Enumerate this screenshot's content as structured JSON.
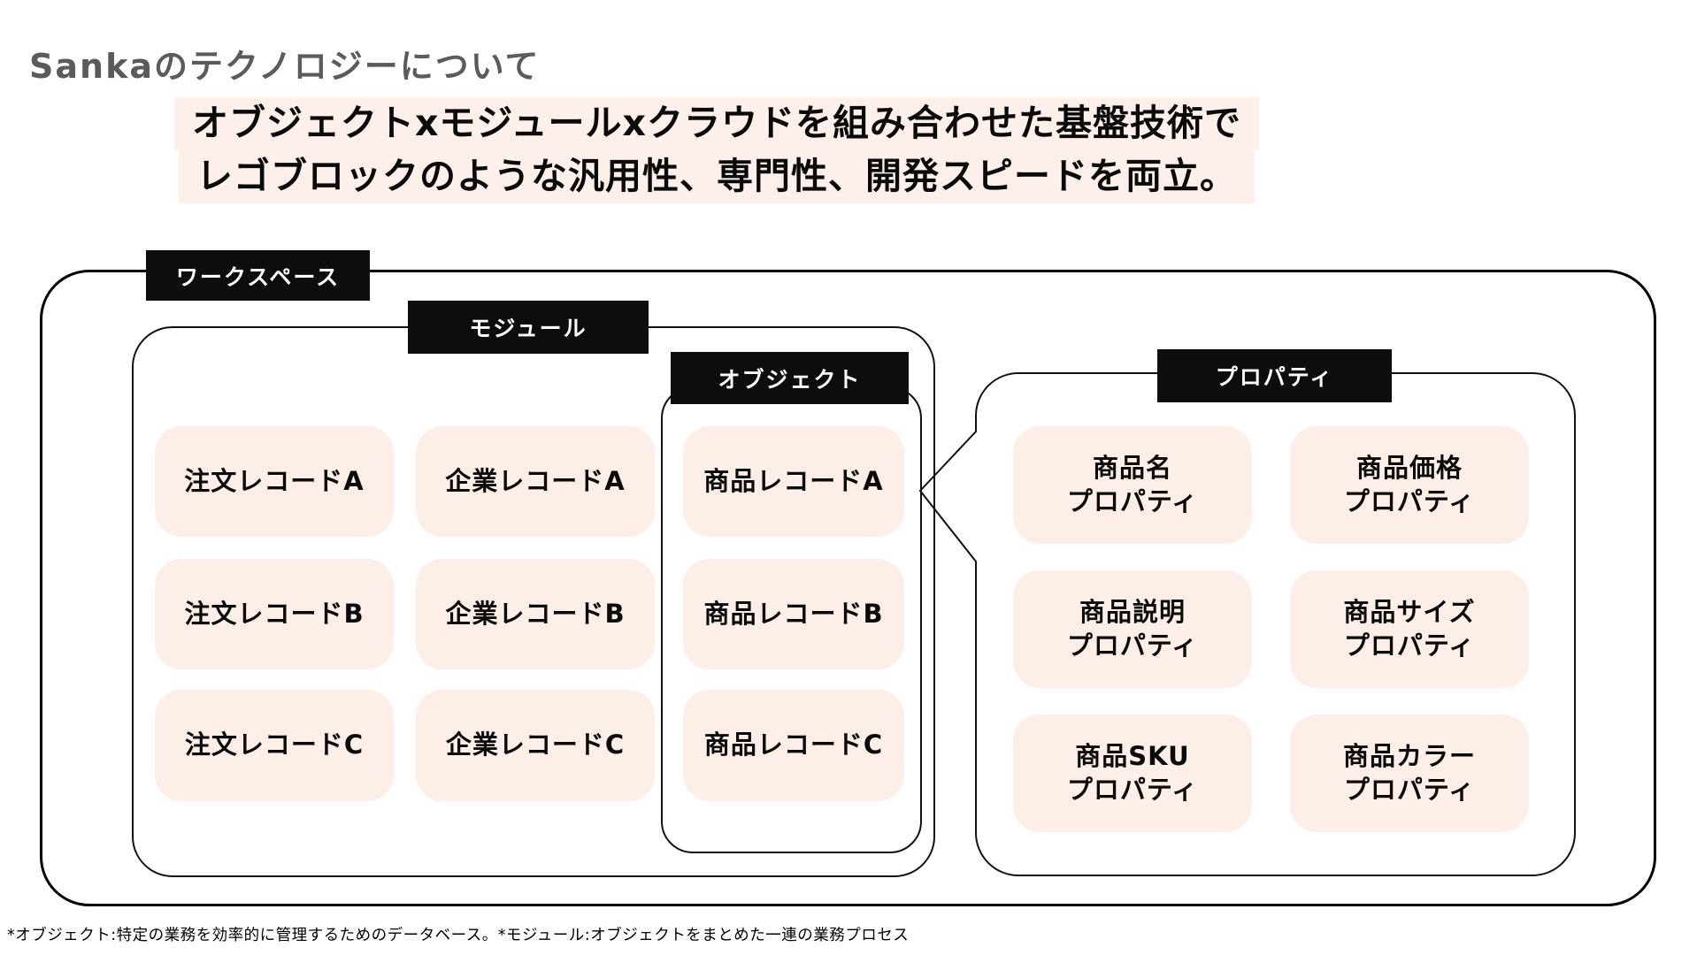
{
  "page": {
    "title": "Sankaのテクノロジーについて",
    "headline_line1": "オブジェクトxモジュールxクラウドを組み合わせた基盤技術で",
    "headline_line2": "レゴブロックのような汎用性、専門性、開発スピードを両立。",
    "footnote": "*オブジェクト:特定の業務を効率的に管理するためのデータベース。*モジュール:オブジェクトをまとめた一連の業務プロセス"
  },
  "diagram": {
    "labels": {
      "workspace": "ワークスペース",
      "module": "モジュール",
      "object": "オブジェクト",
      "property": "プロパティ"
    },
    "records": {
      "orders": [
        "注文レコードA",
        "注文レコードB",
        "注文レコードC"
      ],
      "companies": [
        "企業レコードA",
        "企業レコードB",
        "企業レコードC"
      ],
      "products": [
        "商品レコードA",
        "商品レコードB",
        "商品レコードC"
      ]
    },
    "properties": [
      {
        "line1": "商品名",
        "line2": "プロパティ"
      },
      {
        "line1": "商品価格",
        "line2": "プロパティ"
      },
      {
        "line1": "商品説明",
        "line2": "プロパティ"
      },
      {
        "line1": "商品サイズ",
        "line2": "プロパティ"
      },
      {
        "line1": "商品SKU",
        "line2": "プロパティ"
      },
      {
        "line1": "商品カラー",
        "line2": "プロパティ"
      }
    ]
  },
  "colors": {
    "card_bg": "#fdeee7",
    "highlight_bg": "#fdf0ea",
    "label_bg": "#0d0d0d",
    "label_text": "#ffffff",
    "title_text": "#5b5b5b",
    "outline": "#111111"
  }
}
